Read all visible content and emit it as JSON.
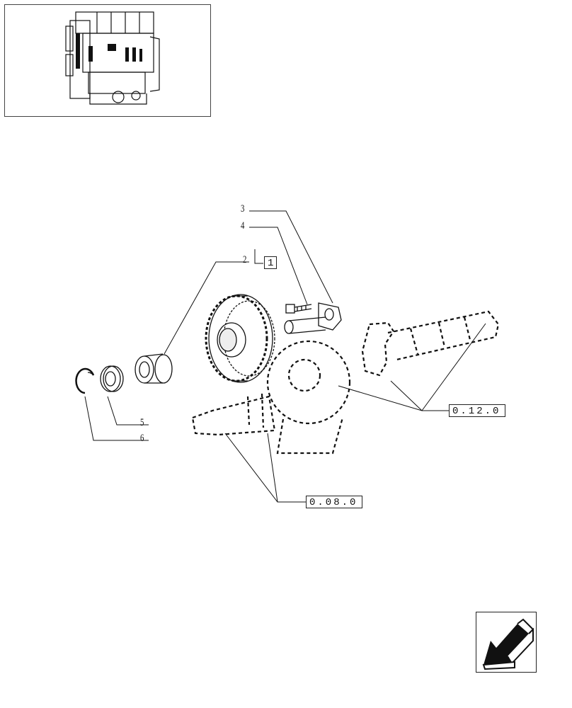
{
  "callouts": {
    "part_1": "1",
    "part_2": "2",
    "part_3": "3",
    "part_4": "4",
    "part_5": "5",
    "part_6": "6"
  },
  "references": {
    "camshaft_group": "0.12.0",
    "crankshaft_group": "0.08.0"
  },
  "icons": {
    "engine_thumbnail": "engine-overview-icon",
    "navigation": "back-arrow-icon"
  },
  "colors": {
    "line": "#111111",
    "background": "#ffffff"
  }
}
